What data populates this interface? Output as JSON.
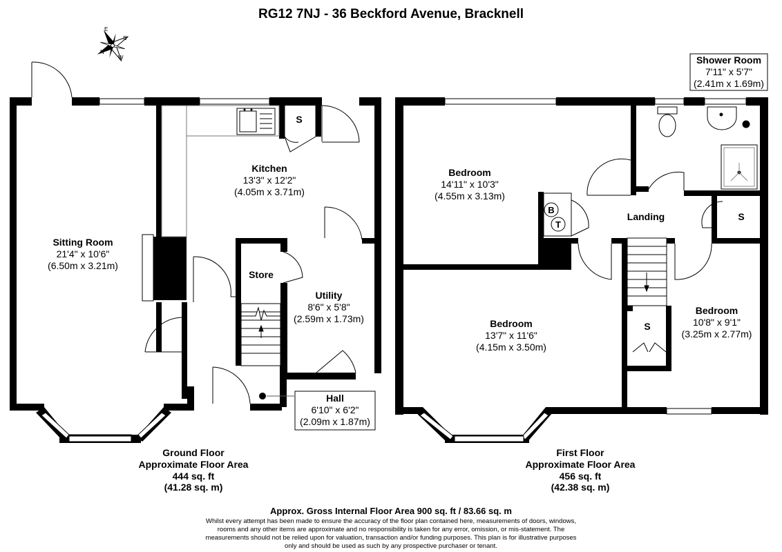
{
  "title": "RG12 7NJ - 36 Beckford Avenue, Bracknell",
  "compass": {
    "labels": [
      "N",
      "E",
      "S",
      "W"
    ]
  },
  "ground_floor": {
    "rooms": [
      {
        "name": "Sitting Room",
        "imperial": "21'4\" x 10'6\"",
        "metric": "(6.50m x 3.21m)"
      },
      {
        "name": "Kitchen",
        "imperial": "13'3\" x 12'2\"",
        "metric": "(4.05m x 3.71m)"
      },
      {
        "name": "Store"
      },
      {
        "name": "Utility",
        "imperial": "8'6\" x 5'8\"",
        "metric": "(2.59m x 1.73m)"
      },
      {
        "name": "Hall",
        "imperial": "6'10\" x 6'2\"",
        "metric": "(2.09m x 1.87m)"
      }
    ],
    "cupboard_label": "S",
    "floor_area": [
      "Ground Floor",
      "Approximate Floor Area",
      "444 sq. ft",
      "(41.28 sq. m)"
    ]
  },
  "first_floor": {
    "rooms": [
      {
        "name": "Bedroom",
        "imperial": "14'11\" x 10'3\"",
        "metric": "(4.55m x 3.13m)"
      },
      {
        "name": "Shower Room",
        "imperial": "7'11\" x 5'7\"",
        "metric": "(2.41m x 1.69m)"
      },
      {
        "name": "Landing"
      },
      {
        "name": "Bedroom",
        "imperial": "13'7\" x 11'6\"",
        "metric": "(4.15m x 3.50m)"
      },
      {
        "name": "Bedroom",
        "imperial": "10'8\" x 9'1\"",
        "metric": "(3.25m x 2.77m)"
      }
    ],
    "cupboard_label": "S",
    "boiler_label": "B",
    "tank_label": "T",
    "floor_area": [
      "First Floor",
      "Approximate Floor Area",
      "456 sq. ft",
      "(42.38 sq. m)"
    ]
  },
  "gross_area": "Approx. Gross Internal Floor Area 900 sq. ft / 83.66 sq. m",
  "disclaimer": [
    "Whilst every attempt has been made to ensure the accuracy of the floor plan contained here, measurements of doors, windows,",
    "rooms and any other items are approximate and no responsibility is taken for any error, omission, or mis-statement. The",
    "measurements should not be relied upon for valuation, transaction and/or funding purposes. This plan is for illustrative purposes",
    "only and should be used as such by any prospective purchaser or tenant."
  ],
  "colors": {
    "wall": "#000000",
    "background": "#ffffff",
    "fixture": "#555555"
  }
}
